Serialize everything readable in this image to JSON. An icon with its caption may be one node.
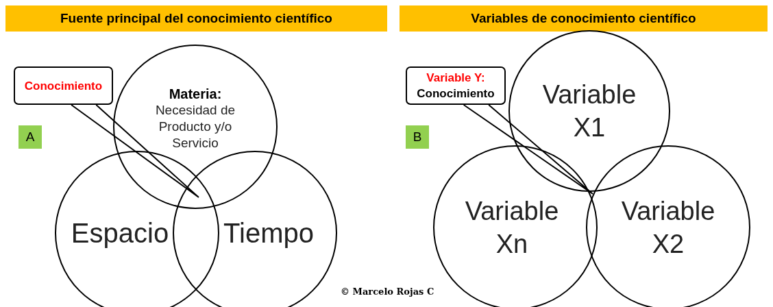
{
  "diagram": {
    "nodes": [
      {
        "text": [
          "Fuente principal del conocimiento científico"
        ]
      },
      {
        "text": [
          "Conocimiento"
        ]
      },
      {
        "text": [
          "Materia:",
          "Necesidad de Producto y/o Servicio"
        ]
      },
      {
        "text": [
          "Espacio"
        ]
      },
      {
        "text": [
          "Tiempo"
        ]
      },
      {
        "text": [
          "A"
        ]
      },
      {
        "text": [
          "Variables de conocimiento científico"
        ]
      },
      {
        "text": [
          "Variable Y:",
          "Conocimiento"
        ]
      },
      {
        "text": [
          "Variable X1"
        ]
      },
      {
        "text": [
          "Variable Xn"
        ]
      },
      {
        "text": [
          "Variable X2"
        ]
      },
      {
        "text": [
          "B"
        ]
      }
    ],
    "edges": [
      {
        "from": 1,
        "to": null,
        "arrow": "none"
      },
      {
        "from": 7,
        "to": null,
        "arrow": "none"
      }
    ],
    "labels": [
      "© Marcelo Rojas C"
    ]
  }
}
